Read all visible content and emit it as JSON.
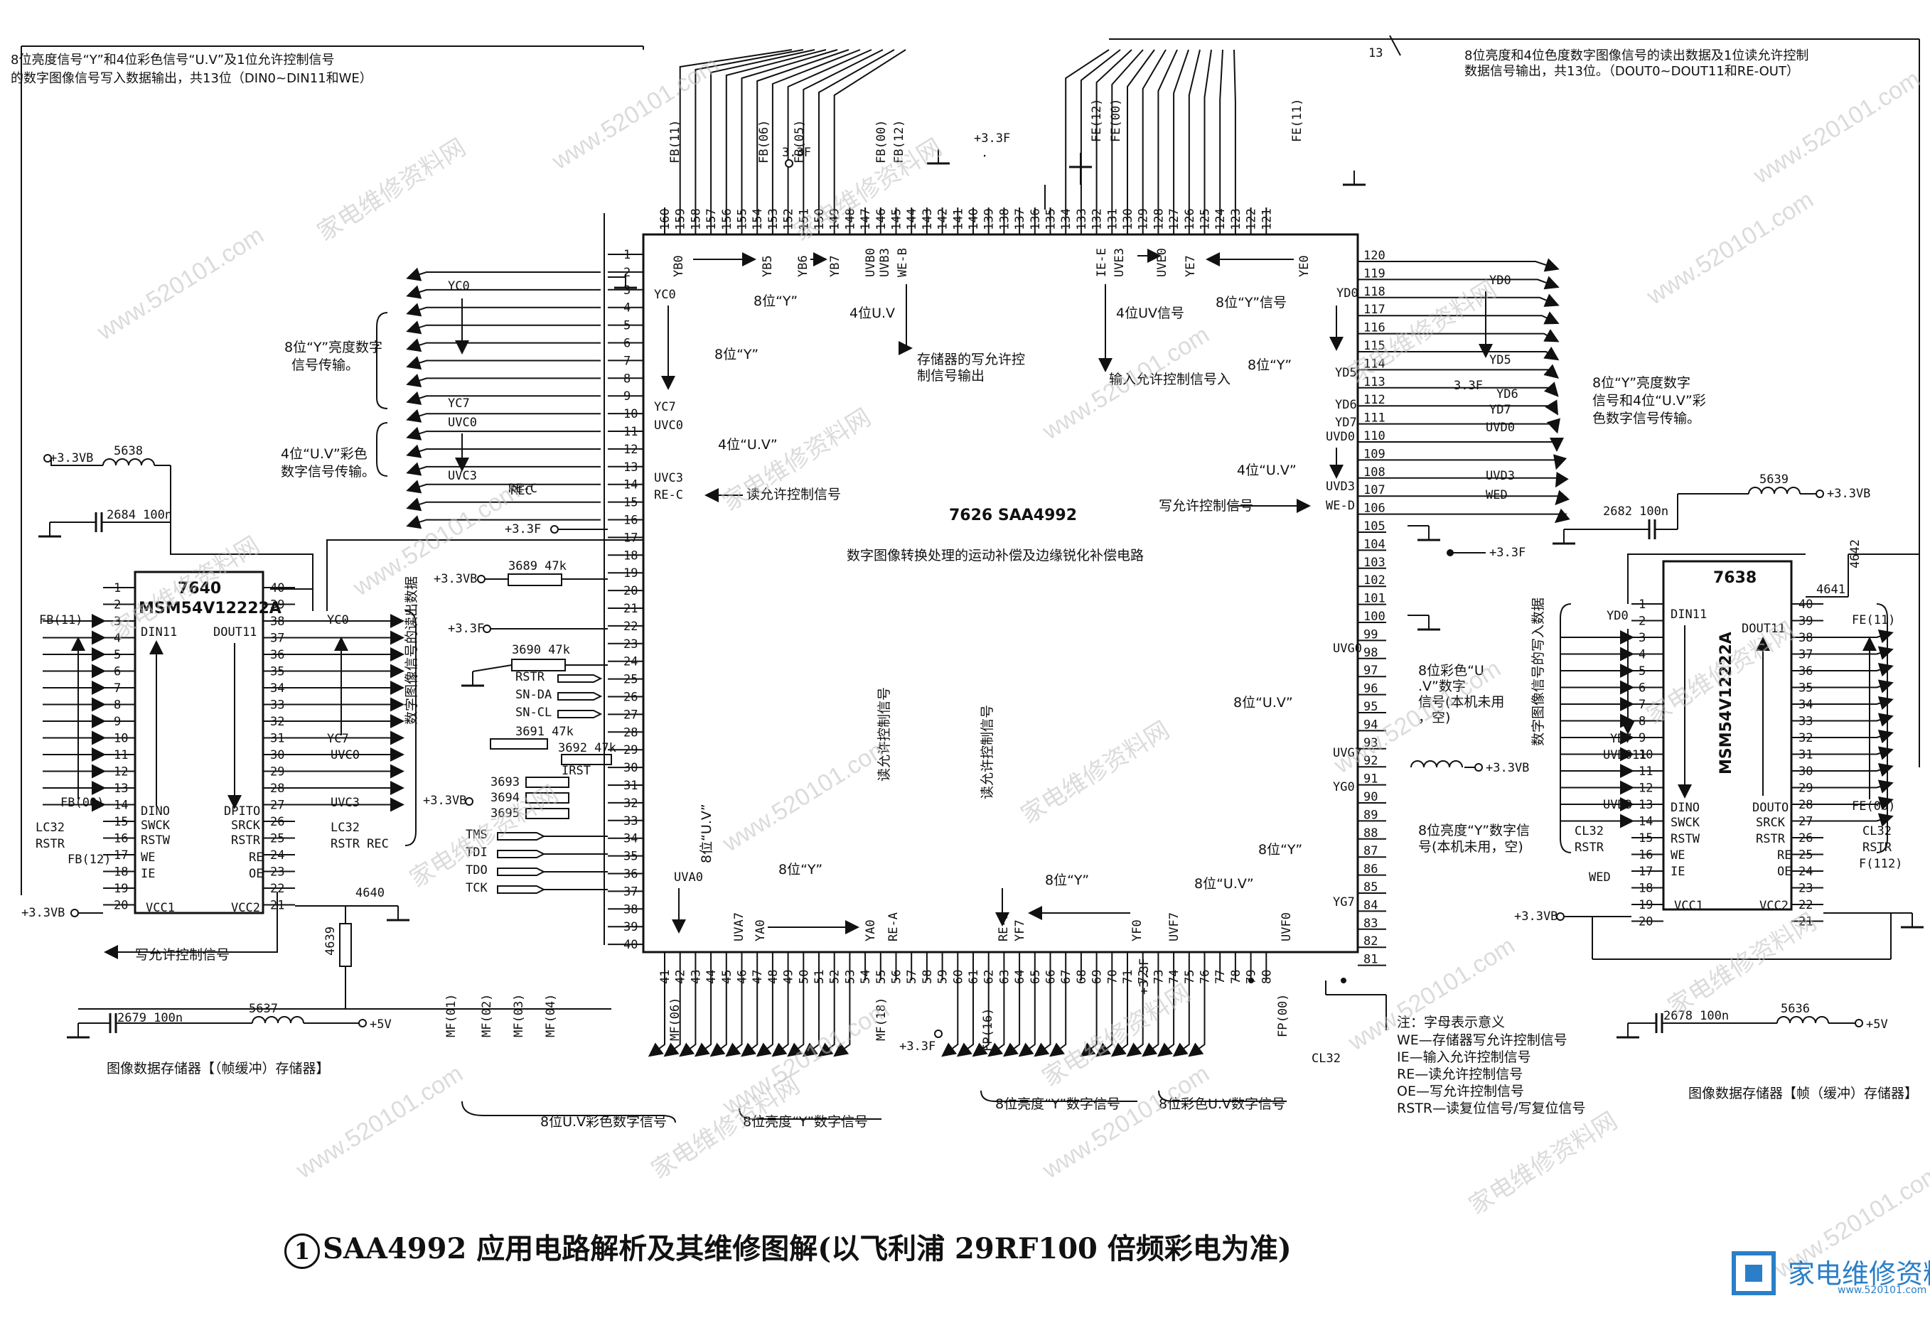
{
  "caption": {
    "number": "1",
    "text": "SAA4992 应用电路解析及其维修图解(以飞利浦 29RF100 倍频彩电为准)"
  },
  "watermark": {
    "text": "家电维修资料网",
    "url": "www.520101.com"
  },
  "logo": {
    "text": "家电维修资料网",
    "url": "www.520101.com"
  },
  "main_ic": {
    "ref": "7626",
    "part": "SAA4992",
    "title": "数字图像转换处理的运动补偿及边缘锐化补偿电路"
  },
  "left_mem": {
    "ref": "7640",
    "part": "MSM54V12222A",
    "caption": "图像数据存储器【（帧缓冲）存储器】",
    "side_label": "数字图像信号的读出数据",
    "pins_left": [
      "1",
      "2",
      "3",
      "4",
      "5",
      "6",
      "7",
      "8",
      "9",
      "10",
      "11",
      "12",
      "13",
      "14",
      "15",
      "16",
      "17",
      "18",
      "19",
      "20"
    ],
    "pins_right": [
      "40",
      "39",
      "38",
      "37",
      "36",
      "35",
      "34",
      "33",
      "32",
      "31",
      "30",
      "29",
      "28",
      "27",
      "26",
      "25",
      "24",
      "23",
      "22",
      "21"
    ],
    "inner_left": [
      "DIN11",
      "DINO",
      "SWCK",
      "RSTW",
      "WE",
      "IE",
      "VCC1"
    ],
    "inner_right": [
      "DOUT11",
      "DPITO",
      "SRCK",
      "RSTR",
      "RE",
      "OE",
      "VCC2"
    ],
    "signals": [
      "FB(11)",
      "FB(00)",
      "LC32",
      "RSTR",
      "FB(12)",
      "YC0",
      "YC7",
      "UVC0",
      "UVC3",
      "LC32",
      "RSTR REC"
    ]
  },
  "right_mem": {
    "ref": "7638",
    "part": "MSM54V12222A",
    "caption": "图像数据存储器【帧（缓冲）存储器】",
    "side_label": "数字图像信号的写入数据",
    "inner_left": [
      "DIN11",
      "DINO",
      "SWCK",
      "RSTW",
      "WE",
      "IE",
      "VCC1"
    ],
    "inner_right": [
      "DOUT11",
      "DOUTO",
      "SRCK",
      "RSTR",
      "RE",
      "OE",
      "VCC2"
    ],
    "signals": [
      "YD0",
      "YD7",
      "UVD011",
      "UVD3",
      "CL32",
      "RSTR",
      "WED",
      "FE(11)",
      "FE(00)",
      "CL32",
      "RSTR",
      "F(112)",
      "4641",
      "4642"
    ]
  },
  "top_left_note": "8位亮度信号“Y”和4位彩色信号“U.V”及1位允许控制信号的数字图像信号写入数据输出，共13位（DIN0~DIN11和WE）",
  "top_right_note": "8位亮度和4位色度数字图像信号的读出数据及1位读允许控制数据信号输出，共13位。（DOUT0~DOUT11和RE-OUT）",
  "bus_count": "13",
  "top_pins": [
    "160",
    "159",
    "158",
    "157",
    "156",
    "155",
    "154",
    "153",
    "152",
    "151",
    "150",
    "149",
    "148",
    "147",
    "146",
    "145",
    "144",
    "143",
    "142",
    "141",
    "140",
    "139",
    "138",
    "137",
    "136",
    "135",
    "134",
    "133",
    "132",
    "131",
    "130",
    "129",
    "128",
    "127",
    "126",
    "125",
    "124",
    "123",
    "122",
    "121"
  ],
  "right_pins": [
    "120",
    "119",
    "118",
    "117",
    "116",
    "115",
    "114",
    "113",
    "112",
    "111",
    "110",
    "109",
    "108",
    "107",
    "106",
    "105",
    "104",
    "103",
    "102",
    "101",
    "100",
    "99",
    "98",
    "97",
    "96",
    "95",
    "94",
    "93",
    "92",
    "91",
    "90",
    "89",
    "88",
    "87",
    "86",
    "85",
    "84",
    "83",
    "82",
    "81"
  ],
  "bottom_pins": [
    "41",
    "42",
    "43",
    "44",
    "45",
    "46",
    "47",
    "48",
    "49",
    "50",
    "51",
    "52",
    "53",
    "54",
    "55",
    "56",
    "57",
    "58",
    "59",
    "60",
    "61",
    "62",
    "63",
    "64",
    "65",
    "66",
    "67",
    "68",
    "69",
    "70",
    "71",
    "72",
    "73",
    "74",
    "75",
    "76",
    "77",
    "78",
    "79",
    "80"
  ],
  "left_pins": [
    "1",
    "2",
    "3",
    "4",
    "5",
    "6",
    "7",
    "8",
    "9",
    "10",
    "11",
    "12",
    "13",
    "14",
    "15",
    "16",
    "17",
    "18",
    "19",
    "20",
    "21",
    "22",
    "23",
    "24",
    "25",
    "26",
    "27",
    "28",
    "29",
    "30",
    "31",
    "32",
    "33",
    "34",
    "35",
    "36",
    "37",
    "38",
    "39",
    "40"
  ],
  "labels": {
    "top_bus_left": [
      "FB(11)",
      "FB(06)",
      "FB(05)",
      "FB(00)",
      "FB(12)"
    ],
    "top_bus_right": [
      "FE(12)",
      "FE(00)",
      "FE(11)"
    ],
    "inner_top": [
      "YB0",
      "YB5",
      "YB6",
      "YB7",
      "UVB0",
      "UVB3",
      "WE-B",
      "IE-E",
      "UVE3",
      "UVE0",
      "YE7",
      "YE0"
    ],
    "y8": "8位“Y”",
    "uv4": "4位U.V",
    "uv4b": "4位UV信号",
    "y8b": "8位“Y”信号",
    "mem_write": "存储器的写允许控制信号输出",
    "input_enable": "输入允许控制信号入",
    "left_inner": [
      "YC0",
      "YC7",
      "UVC0",
      "UVC3",
      "RE-C"
    ],
    "read_enable": "读允许控制信号",
    "write_enable": "写允许控制信号",
    "left_group1": "8位“Y”亮度数字信号传输。",
    "left_group2": "4位“U.V”彩色数字信号传输。",
    "right_inner": [
      "YD0",
      "YD5",
      "YD6",
      "YD7",
      "UVD0",
      "UVD3",
      "WE-D"
    ],
    "right_group1": "8位“Y”亮度数字信号和4位“U.V”彩色数字信号传输。",
    "right_ext": [
      "YD0",
      "YD5",
      "YD6",
      "YD7",
      "UVD0",
      "UVD3",
      "WED"
    ],
    "uvg": [
      "UVG0",
      "UVG7"
    ],
    "yg": [
      "YG0",
      "YG7"
    ],
    "uvg_note": "8位彩色“U.V”数字信号(本机未用，空)",
    "yg_note": "8位亮度“Y”数字信号(本机未用，空)",
    "uv8": "8位“U.V”",
    "left_ctrl": [
      "RSTR",
      "SN-DA",
      "SN-CL",
      "IRST",
      "TMS",
      "TDI",
      "TDO",
      "TCK",
      "REC"
    ],
    "resistors": [
      "5638",
      "2684 100n",
      "3689 47k",
      "3690 47k",
      "3691 47k",
      "3692 47k",
      "3693",
      "3694",
      "3695",
      "4640",
      "4639",
      "2679 100n",
      "5637",
      "5639",
      "2682 100n",
      "5636",
      "2678 100n"
    ],
    "supplies": [
      "+3.3VB",
      "+3.3F",
      "+5V"
    ],
    "bottom_inner": [
      "UVA0",
      "UVA7",
      "YA0",
      "YA0",
      "RE-A",
      "RE-F",
      "YF7",
      "YF0",
      "UVF7",
      "UVF0"
    ],
    "bottom_bus": [
      "MF(01)",
      "MF(02)",
      "MF(03)",
      "MF(04)",
      "MF(06)",
      "MF(18)",
      "FP(16)",
      "FP(00)",
      "CL32"
    ],
    "bottom_groups": [
      "8位U.V彩色数字信号",
      "8位亮度“Y”数字信号",
      "8位亮度“Y”数字信号",
      "8位彩色U.V数字信号"
    ],
    "read_ctrl_v": "读允许控制信号",
    "write_ctrl_v": "读允许控制信号"
  },
  "legend": {
    "title": "注：字母表示意义",
    "items": [
      "WE—存储器写允许控制信号",
      "IE—输入允许控制信号",
      "RE—读允许控制信号",
      "OE—写允许控制信号",
      "RSTR—读复位信号/写复位信号"
    ]
  }
}
